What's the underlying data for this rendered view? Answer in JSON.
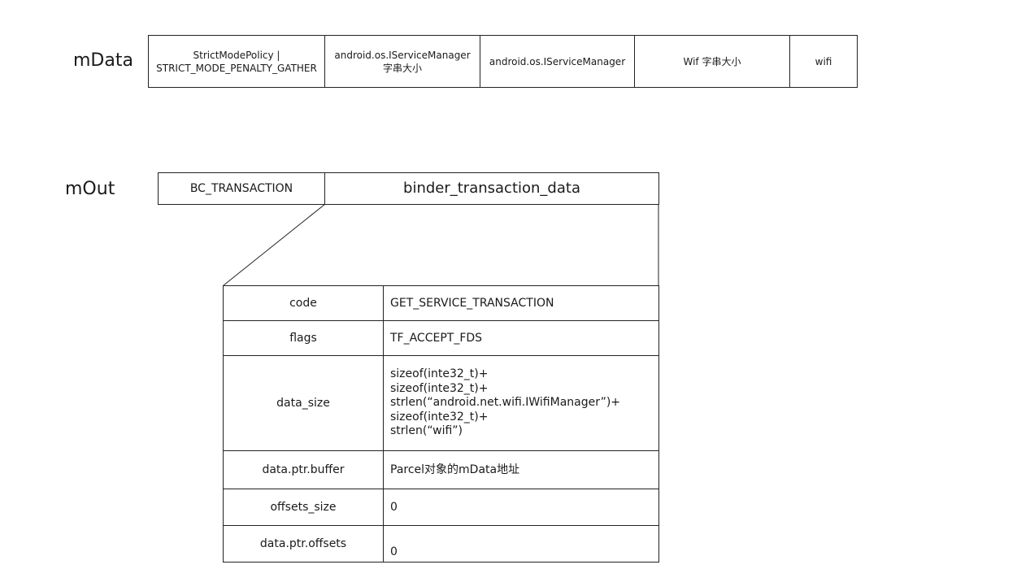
{
  "mdata": {
    "label": "mData",
    "cells": [
      "StrictModePolicy |\nSTRICT_MODE_PENALTY_GATHER",
      "android.os.IServiceManager\n字串大小",
      "android.os.IServiceManager",
      "Wif 字串大小",
      "wifi"
    ]
  },
  "mout": {
    "label": "mOut",
    "cmd": "BC_TRANSACTION",
    "payload": "binder_transaction_data"
  },
  "fields": [
    {
      "name": "code",
      "value": "GET_SERVICE_TRANSACTION"
    },
    {
      "name": "flags",
      "value": "TF_ACCEPT_FDS"
    },
    {
      "name": "data_size",
      "value": "sizeof(inte32_t)+\nsizeof(inte32_t)+\nstrlen(“android.net.wifi.IWifiManager”)+\nsizeof(inte32_t)+\nstrlen(“wifi”)"
    },
    {
      "name": "data.ptr.buffer",
      "value": "Parcel对象的mData地址"
    },
    {
      "name": "offsets_size",
      "value": "0"
    },
    {
      "name": "data.ptr.offsets",
      "value": "0"
    }
  ]
}
